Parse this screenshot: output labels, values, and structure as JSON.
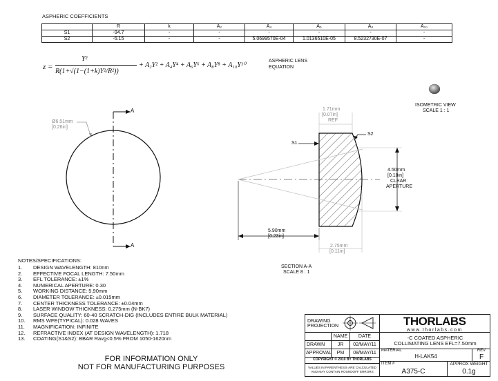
{
  "coefficients": {
    "title": "ASPHERIC COEFFICIENTS",
    "headers": [
      "",
      "R",
      "k",
      "A₂",
      "A₄",
      "A₆",
      "A₈",
      "A₁₀"
    ],
    "rows": [
      [
        "S1",
        "-94.7",
        "-",
        "-",
        "-",
        "-",
        "-",
        "-"
      ],
      [
        "S2",
        "-5.15",
        "-",
        "-",
        "5.0699570E-04",
        "1.0136510E-05",
        "8.5232730E-07",
        "-"
      ]
    ]
  },
  "equation": {
    "lhs": "z =",
    "numerator": "Y²",
    "denominator": "R(1+√(1−(1+k)Y²/R²))",
    "terms": "+ A₂Y² + A₄Y⁴ + A₆Y⁶ + A₈Y⁸ + A₁₀Y¹⁰",
    "label_line1": "ASPHERIC LENS",
    "label_line2": "EQUATION"
  },
  "front_view": {
    "diameter_mm": "Ø6.51mm",
    "diameter_in": "[0.26in]",
    "section_label_top": "A",
    "section_label_bottom": "A"
  },
  "section_view": {
    "s1": "S1",
    "s2": "S2",
    "edge_mm": "1.71mm",
    "edge_in": "[0.07in]",
    "edge_ref": "REF",
    "aperture_mm": "4.50mm",
    "aperture_in": "[0.18in]",
    "aperture_l1": "CLEAR",
    "aperture_l2": "APERTURE",
    "wd_mm": "5.90mm",
    "wd_in": "[0.23in]",
    "ct_mm": "2.75mm",
    "ct_in": "[0.11in]",
    "caption": "SECTION A-A",
    "scale": "SCALE 8 : 1"
  },
  "iso_view": {
    "title": "ISOMETRIC VIEW",
    "scale": "SCALE 1 : 1"
  },
  "notes": {
    "heading": "NOTES/SPECIFICATIONS:",
    "items": [
      {
        "n": "1.",
        "text": "DESIGN WAVELENGTH: 810nm"
      },
      {
        "n": "2.",
        "text": "EFFECTIVE FOCAL LENGTH: 7.50mm"
      },
      {
        "n": "3.",
        "text": "EFL TOLERANCE: ±1%"
      },
      {
        "n": "4.",
        "text": "NUMERICAL APERTURE: 0.30"
      },
      {
        "n": "5.",
        "text": "WORKING DISTANCE: 5.90mm"
      },
      {
        "n": "6.",
        "text": "DIAMETER TOLERANCE: ±0.015mm"
      },
      {
        "n": "7.",
        "text": "CENTER THICKNESS TOLERANCE: ±0.04mm"
      },
      {
        "n": "8.",
        "text": "LASER WINDOW THICKNESS: 0.275mm (N-BK7)"
      },
      {
        "n": "9.",
        "text": "SURFACE QUALITY: 60-40 SCRATCH-DIG (INCLUDES ENTIRE BULK MATERIAL)"
      },
      {
        "n": "10.",
        "text": "RMS WFE(TYPICAL): 0.028 WAVES"
      },
      {
        "n": "11.",
        "text": "MAGNIFICATION: INFINITE"
      },
      {
        "n": "12.",
        "text": "REFRACTIVE INDEX (AT DESIGN WAVELENGTH): 1.718"
      },
      {
        "n": "13.",
        "text": "COATING(S1&S2): BBAR Ravg<0.5% FROM 1050-1620nm"
      }
    ]
  },
  "disclaimer": {
    "line1": "FOR INFORMATION ONLY",
    "line2": "NOT FOR MANUFACTURING PURPOSES"
  },
  "title_block": {
    "drawing_projection_l1": "DRAWING",
    "drawing_projection_l2": "PROJECTION",
    "logo": "THORLABS",
    "website": "www.thorlabs.com",
    "name_header": "NAME",
    "date_header": "DATE",
    "drawn_label": "DRAWN",
    "drawn_name": "JR",
    "drawn_date": "02/MAY/11",
    "approval_label": "APPROVAL",
    "approval_name": "PM",
    "approval_date": "08/MAY/11",
    "copyright": "COPYRIGHT © 2010 BY THORLABS",
    "values_note_l1": "VALUES IN PARENTHESIS ARE CALCULATED",
    "values_note_l2": "AND MAY CONTAIN ROUNDOFF ERRORS",
    "description_l1": "-C COATED ASPHERIC",
    "description_l2": "COLLIMATING LENS  EFL=7.50mm",
    "material_label": "MATERIAL",
    "material": "H-LAK54",
    "rev_label": "REV",
    "rev": "F",
    "item_label": "ITEM #",
    "item": "A375-C",
    "weight_label": "APPROX WEIGHT",
    "weight": "0.1g"
  }
}
